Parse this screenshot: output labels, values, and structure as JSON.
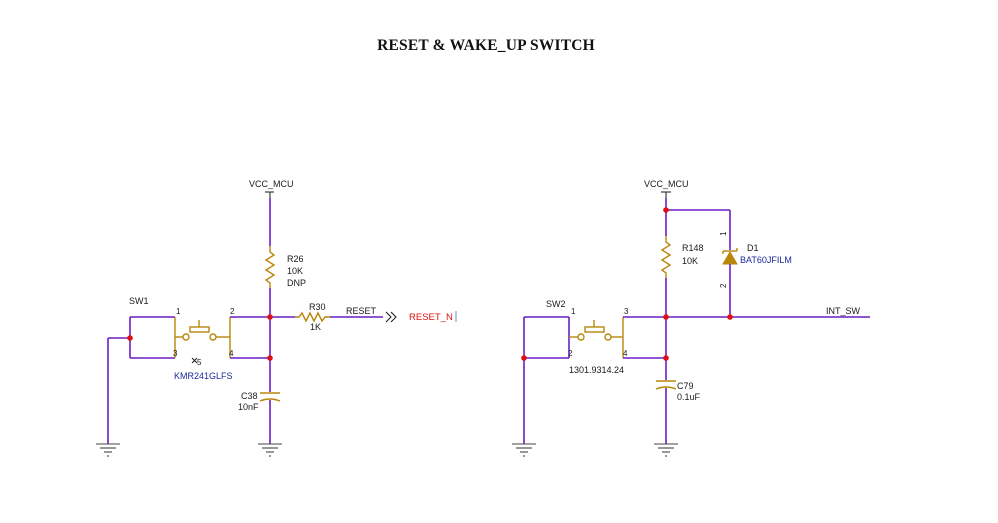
{
  "title": "RESET & WAKE_UP SWITCH",
  "colors": {
    "wire": "#6a1fc6",
    "component": "#b8860b",
    "junction": "#dd1111",
    "net_label_red": "#dd1111",
    "part_number": "#1a2a9a"
  },
  "left": {
    "power_net": "VCC_MCU",
    "resistor": {
      "ref": "R26",
      "value": "10K",
      "note": "DNP"
    },
    "series_resistor": {
      "ref": "R30",
      "value": "1K"
    },
    "net_name": "RESET",
    "port_label": "RESET_N",
    "switch": {
      "ref": "SW1",
      "part": "KMR241GLFS",
      "pins": [
        "1",
        "2",
        "3",
        "4",
        "5"
      ]
    },
    "capacitor": {
      "ref": "C38",
      "value": "10nF"
    }
  },
  "right": {
    "power_net": "VCC_MCU",
    "resistor": {
      "ref": "R148",
      "value": "10K"
    },
    "diode": {
      "ref": "D1",
      "part": "BAT60JFILM",
      "pins": [
        "1",
        "2"
      ]
    },
    "net_name": "INT_SW",
    "switch": {
      "ref": "SW2",
      "part": "1301.9314.24",
      "pins": [
        "1",
        "3",
        "2",
        "4"
      ]
    },
    "capacitor": {
      "ref": "C79",
      "value": "0.1uF"
    }
  }
}
